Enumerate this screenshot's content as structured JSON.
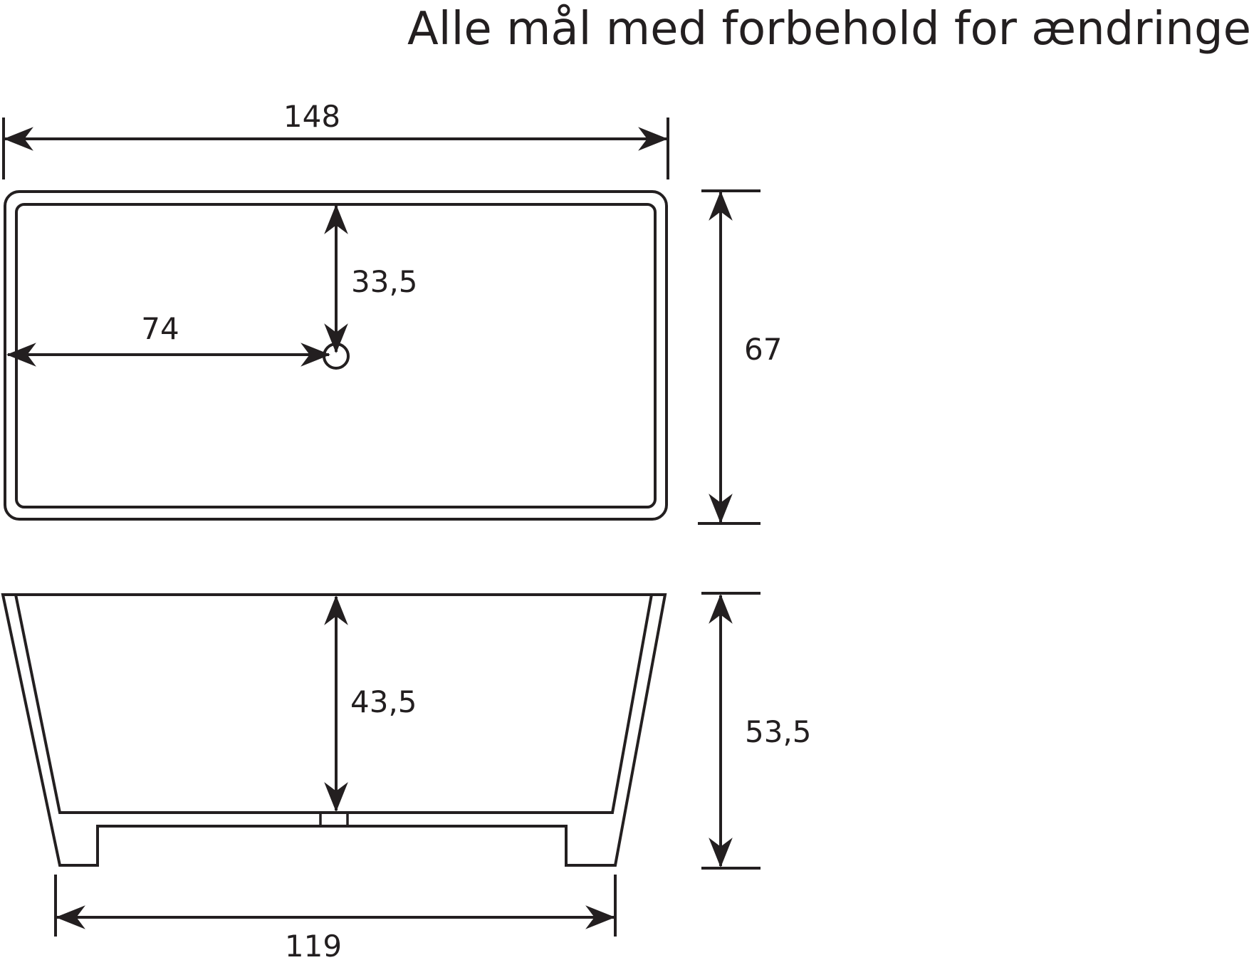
{
  "note": "Alle mål med forbehold for ændringer",
  "top_view": {
    "width_label": "148",
    "depth_label": "67",
    "drain_from_side_label": "74",
    "drain_from_edge_label": "33,5"
  },
  "side_view": {
    "inner_depth_label": "43,5",
    "total_height_label": "53,5",
    "base_width_label": "119"
  },
  "colors": {
    "line": "#231f20",
    "background": "#ffffff"
  }
}
